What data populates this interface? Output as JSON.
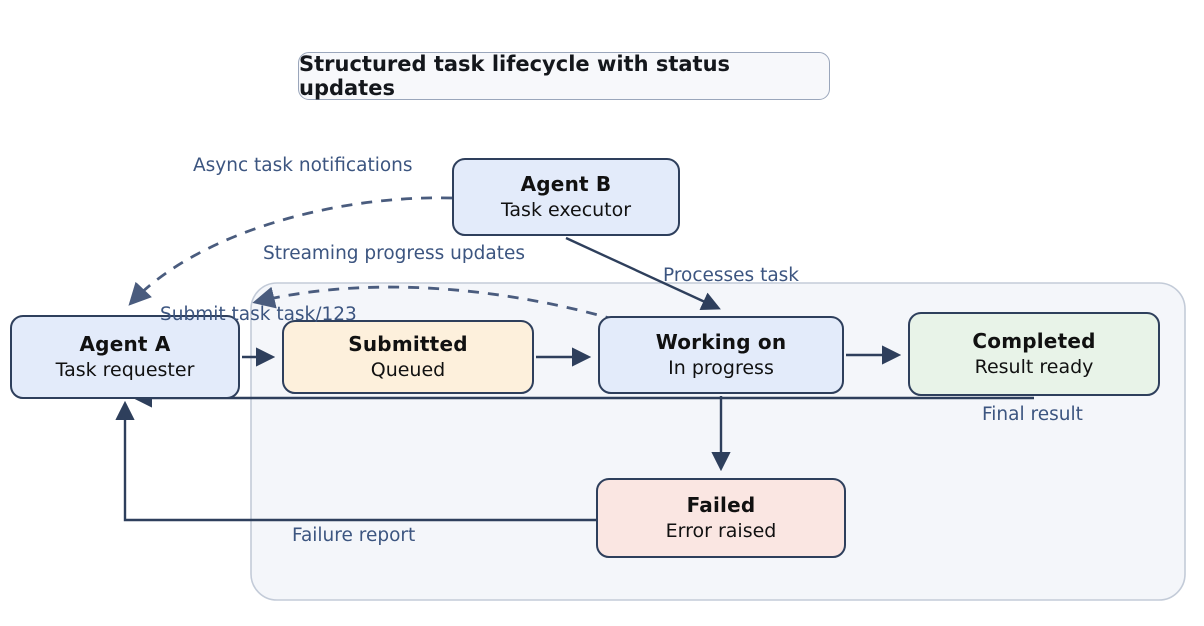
{
  "title": {
    "text": "Structured task lifecycle with status updates"
  },
  "colors": {
    "stroke": "#2e3f5c",
    "label_text": "#3c5580",
    "agent_fill": "#e3ebfa",
    "submitted_fill": "#fdf0dc",
    "working_fill": "#e3ebfa",
    "completed_fill": "#e8f3e8",
    "failed_fill": "#fae6e2",
    "container_fill": "#f4f6fa",
    "container_stroke": "#c3cbd8",
    "background": "#ffffff"
  },
  "nodes": [
    {
      "id": "agent-b",
      "title": "Agent B",
      "subtitle": "Task executor"
    },
    {
      "id": "agent-a",
      "title": "Agent A",
      "subtitle": "Task requester"
    },
    {
      "id": "submitted",
      "title": "Submitted",
      "subtitle": "Queued"
    },
    {
      "id": "working",
      "title": "Working on",
      "subtitle": "In progress"
    },
    {
      "id": "completed",
      "title": "Completed",
      "subtitle": "Result ready"
    },
    {
      "id": "failed",
      "title": "Failed",
      "subtitle": "Error raised"
    }
  ],
  "edges": [
    {
      "id": "async",
      "label": "Async task notifications",
      "style": "dashed",
      "from": "agent-b",
      "to": "agent-a"
    },
    {
      "id": "stream",
      "label": "Streaming progress updates",
      "style": "dashed",
      "from": "working",
      "to": "task-container"
    },
    {
      "id": "submit",
      "label": "Submit task task/123",
      "style": "solid",
      "from": "agent-a",
      "to": "submitted"
    },
    {
      "id": "process",
      "label": "Processes task",
      "style": "solid",
      "from": "agent-b",
      "to": "working"
    },
    {
      "id": "final",
      "label": "Final result",
      "style": "solid",
      "from": "completed",
      "to": "agent-a"
    },
    {
      "id": "failure",
      "label": "Failure report",
      "style": "solid",
      "from": "failed",
      "to": "agent-a"
    },
    {
      "id": "sub-to-work",
      "label": "",
      "style": "solid",
      "from": "submitted",
      "to": "working"
    },
    {
      "id": "work-to-comp",
      "label": "",
      "style": "solid",
      "from": "working",
      "to": "completed"
    },
    {
      "id": "work-to-fail",
      "label": "",
      "style": "solid",
      "from": "working",
      "to": "failed"
    }
  ],
  "container": {
    "name": "task-lifecycle-container"
  }
}
